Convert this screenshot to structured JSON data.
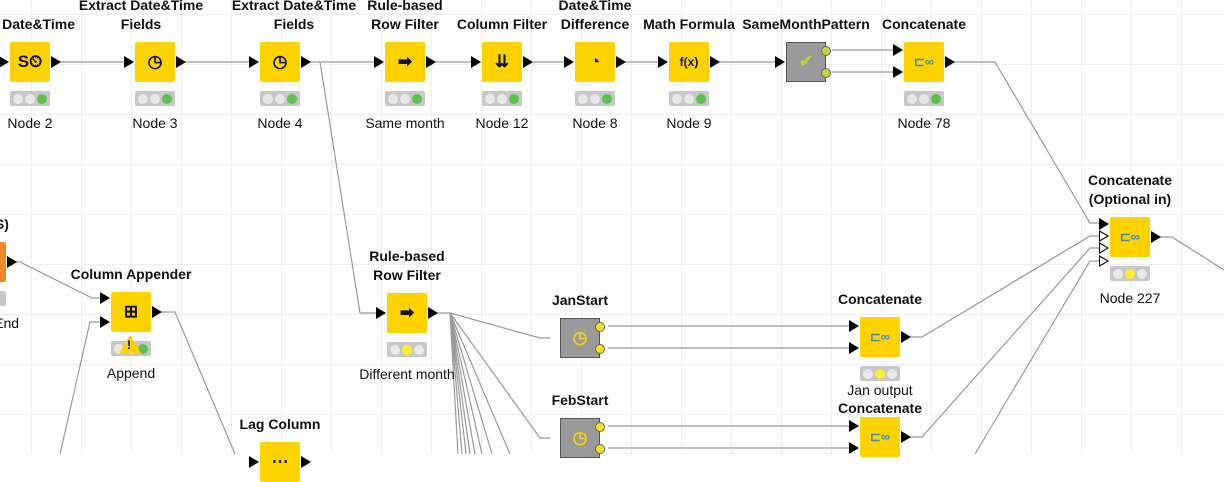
{
  "workflow": {
    "nodes": [
      {
        "id": "n2",
        "title": [
          "to Date&Time"
        ],
        "label": "Node 2",
        "icon": "string-to-datetime-icon",
        "glyph": "S⏲",
        "status": "green"
      },
      {
        "id": "n3",
        "title": [
          "Extract Date&Time",
          "Fields"
        ],
        "label": "Node 3",
        "icon": "extract-datetime-icon",
        "glyph": "◷",
        "status": "green"
      },
      {
        "id": "n4",
        "title": [
          "Extract Date&Time",
          "Fields"
        ],
        "label": "Node 4",
        "icon": "extract-datetime-icon",
        "glyph": "◷",
        "status": "green"
      },
      {
        "id": "nsame",
        "title": [
          "Rule-based",
          "Row Filter"
        ],
        "label": "Same month",
        "icon": "row-filter-icon",
        "glyph": "➡",
        "status": "green"
      },
      {
        "id": "n12",
        "title": [
          "Column Filter"
        ],
        "label": "Node 12",
        "icon": "column-filter-icon",
        "glyph": "⇊",
        "status": "green"
      },
      {
        "id": "n8",
        "title": [
          "Date&Time",
          "Difference"
        ],
        "label": "Node 8",
        "icon": "clock-icon",
        "glyph": "◔",
        "status": "green"
      },
      {
        "id": "n9",
        "title": [
          "Math Formula"
        ],
        "label": "Node 9",
        "icon": "formula-icon",
        "glyph": "f(x)",
        "status": "green"
      },
      {
        "id": "msame",
        "title": [
          "SameMonthPattern"
        ],
        "label": "",
        "icon": "checkmark-icon",
        "glyph": "✔",
        "status": "meta"
      },
      {
        "id": "n78",
        "title": [
          "Concatenate"
        ],
        "label": "Node 78",
        "icon": "concatenate-icon",
        "glyph": "⊏∞",
        "status": "green"
      },
      {
        "id": "n227",
        "title": [
          "Concatenate",
          "(Optional in)"
        ],
        "label": "Node 227",
        "icon": "concatenate-icon",
        "glyph": "⊏∞",
        "status": "yellow"
      },
      {
        "id": "xls",
        "title": [
          "r (XLS)"
        ],
        "label": "eStart/End",
        "icon": "excel-reader-icon",
        "glyph": "",
        "status": "none"
      },
      {
        "id": "append",
        "title": [
          "Column Appender"
        ],
        "label": "Append",
        "icon": "column-appender-icon",
        "glyph": "⊞",
        "status": "warning"
      },
      {
        "id": "diff",
        "title": [
          "Rule-based",
          "Row Filter"
        ],
        "label": "Different month",
        "icon": "row-filter-icon",
        "glyph": "➡",
        "status": "yellow"
      },
      {
        "id": "jan",
        "title": [
          "JanStart"
        ],
        "label": "",
        "icon": "clock-icon",
        "glyph": "◷",
        "status": "meta"
      },
      {
        "id": "cjan",
        "title": [
          "Concatenate"
        ],
        "label": "Jan output",
        "icon": "concatenate-icon",
        "glyph": "⊏∞",
        "status": "yellow"
      },
      {
        "id": "feb",
        "title": [
          "FebStart"
        ],
        "label": "",
        "icon": "clock-icon",
        "glyph": "◷",
        "status": "meta"
      },
      {
        "id": "cfeb",
        "title": [
          "Concatenate"
        ],
        "label": "",
        "icon": "concatenate-icon",
        "glyph": "⊏∞",
        "status": "none"
      },
      {
        "id": "lag",
        "title": [
          "Lag Column"
        ],
        "label": "",
        "icon": "lag-column-icon",
        "glyph": "⋯",
        "status": "none"
      }
    ],
    "colors": {
      "node": "#ffd200",
      "metanode": "#9a9a9a",
      "reader": "#f0892a",
      "ok": "#5cc04f",
      "configured": "#ffee2e"
    }
  }
}
